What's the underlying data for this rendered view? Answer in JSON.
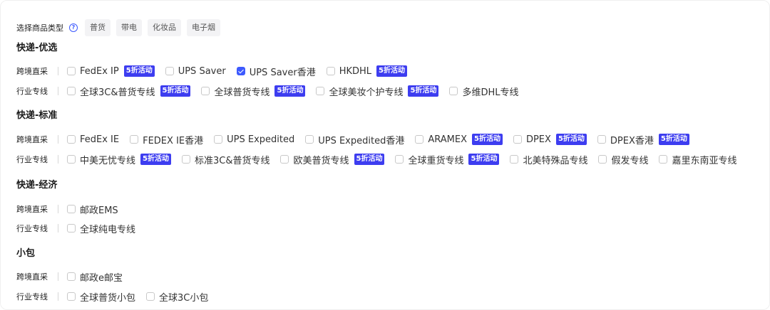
{
  "product_type": {
    "label": "选择商品类型",
    "help_glyph": "?",
    "chips": [
      "普货",
      "带电",
      "化妆品",
      "电子烟"
    ]
  },
  "badge_text": "5折活动",
  "accent_color": "#3d5afe",
  "badge_color": "#3d3df0",
  "sections": [
    {
      "title": "快递-优选",
      "rows": [
        {
          "label": "跨境直采",
          "options": [
            {
              "label": "FedEx IP",
              "badge": true,
              "checked": false
            },
            {
              "label": "UPS Saver",
              "badge": false,
              "checked": false
            },
            {
              "label": "UPS Saver香港",
              "badge": false,
              "checked": true
            },
            {
              "label": "HKDHL",
              "badge": true,
              "checked": false
            }
          ]
        },
        {
          "label": "行业专线",
          "options": [
            {
              "label": "全球3C&普货专线",
              "badge": true,
              "checked": false
            },
            {
              "label": "全球普货专线",
              "badge": true,
              "checked": false
            },
            {
              "label": "全球美妆个护专线",
              "badge": true,
              "checked": false
            },
            {
              "label": "多维DHL专线",
              "badge": false,
              "checked": false
            }
          ]
        }
      ]
    },
    {
      "title": "快递-标准",
      "rows": [
        {
          "label": "跨境直采",
          "options": [
            {
              "label": "FedEx IE",
              "badge": false,
              "checked": false
            },
            {
              "label": "FEDEX IE香港",
              "badge": false,
              "checked": false
            },
            {
              "label": "UPS Expedited",
              "badge": false,
              "checked": false
            },
            {
              "label": "UPS Expedited香港",
              "badge": false,
              "checked": false
            },
            {
              "label": "ARAMEX",
              "badge": true,
              "checked": false
            },
            {
              "label": "DPEX",
              "badge": true,
              "checked": false
            },
            {
              "label": "DPEX香港",
              "badge": true,
              "checked": false
            }
          ]
        },
        {
          "label": "行业专线",
          "options": [
            {
              "label": "中美无忧专线",
              "badge": true,
              "checked": false
            },
            {
              "label": "标准3C&普货专线",
              "badge": false,
              "checked": false
            },
            {
              "label": "欧美普货专线",
              "badge": true,
              "checked": false
            },
            {
              "label": "全球重货专线",
              "badge": true,
              "checked": false
            },
            {
              "label": "北美特殊品专线",
              "badge": false,
              "checked": false
            },
            {
              "label": "假发专线",
              "badge": false,
              "checked": false
            },
            {
              "label": "嘉里东南亚专线",
              "badge": false,
              "checked": false
            }
          ]
        }
      ]
    },
    {
      "title": "快递-经济",
      "rows": [
        {
          "label": "跨境直采",
          "options": [
            {
              "label": "邮政EMS",
              "badge": false,
              "checked": false
            }
          ]
        },
        {
          "label": "行业专线",
          "options": [
            {
              "label": "全球纯电专线",
              "badge": false,
              "checked": false
            }
          ]
        }
      ]
    },
    {
      "title": "小包",
      "rows": [
        {
          "label": "跨境直采",
          "options": [
            {
              "label": "邮政e邮宝",
              "badge": false,
              "checked": false
            }
          ]
        },
        {
          "label": "行业专线",
          "options": [
            {
              "label": "全球普货小包",
              "badge": false,
              "checked": false
            },
            {
              "label": "全球3C小包",
              "badge": false,
              "checked": false
            }
          ]
        }
      ]
    }
  ]
}
